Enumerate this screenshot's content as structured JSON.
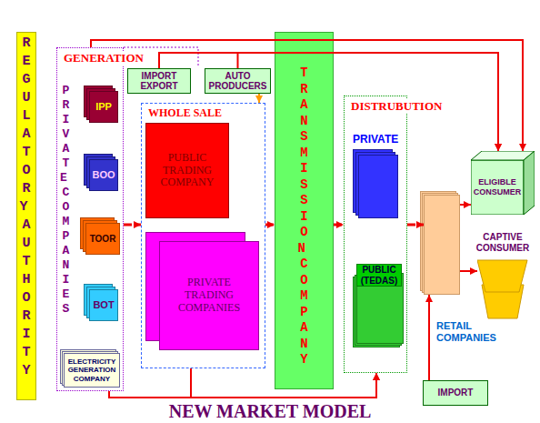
{
  "diagram": {
    "title": "NEW MARKET MODEL",
    "nodes": [
      {
        "text": [
          "REGULATORY AUTHORITY"
        ]
      },
      {
        "text": [
          "GENERATION"
        ]
      },
      {
        "text": [
          "IPP"
        ],
        "in": 1
      },
      {
        "text": [
          "BOO"
        ],
        "in": 1
      },
      {
        "text": [
          "TOOR"
        ],
        "in": 1
      },
      {
        "text": [
          "BOT"
        ],
        "in": 1
      },
      {
        "text": [
          "ELECTRICITY GENERATION COMPANY"
        ],
        "in": 1
      },
      {
        "text": [
          "IMPORT EXPORT"
        ]
      },
      {
        "text": [
          "AUTO PRODUCERS"
        ]
      },
      {
        "text": [
          "WHOLE SALE"
        ]
      },
      {
        "text": [
          "PUBLIC TRADING COMPANY"
        ],
        "in": 9
      },
      {
        "text": [
          "PRIVATE TRADING COMPANIES"
        ],
        "in": 9
      },
      {
        "text": [
          "TRANSMISSION COMPANY"
        ]
      },
      {
        "text": [
          "DISTRUBUTION"
        ]
      },
      {
        "text": [
          "PRIVATE"
        ],
        "in": 13
      },
      {
        "text": [
          "PUBLIC (TEDAS)"
        ],
        "in": 13
      },
      {
        "text": [
          "RETAIL COMPANIES"
        ]
      },
      {
        "text": [
          "ELIGIBLE CONSUMER"
        ]
      },
      {
        "text": [
          "CAPTIVE CONSUMER"
        ]
      },
      {
        "text": [
          "IMPORT"
        ]
      }
    ],
    "edges": [
      {
        "from": 1,
        "to": 9,
        "arrow": "to"
      },
      {
        "from": 9,
        "to": 12,
        "arrow": "to"
      },
      {
        "from": 12,
        "to": 13,
        "arrow": "to"
      },
      {
        "from": 13,
        "to": 16,
        "arrow": "to"
      },
      {
        "from": 16,
        "to": 17,
        "arrow": "to"
      },
      {
        "from": 16,
        "to": 18,
        "arrow": "to"
      },
      {
        "from": 1,
        "to": 17,
        "arrow": "to"
      },
      {
        "from": 7,
        "to": 17,
        "arrow": "to"
      },
      {
        "from": 8,
        "to": 9,
        "arrow": "to"
      },
      {
        "from": 8,
        "to": 17,
        "arrow": "to"
      },
      {
        "from": 1,
        "to": 13,
        "arrow": "to"
      },
      {
        "from": 9,
        "to": 13,
        "arrow": "to"
      },
      {
        "from": 19,
        "to": 16,
        "arrow": "to"
      }
    ],
    "labels": [
      "PRIVATE COMPANIES"
    ]
  }
}
